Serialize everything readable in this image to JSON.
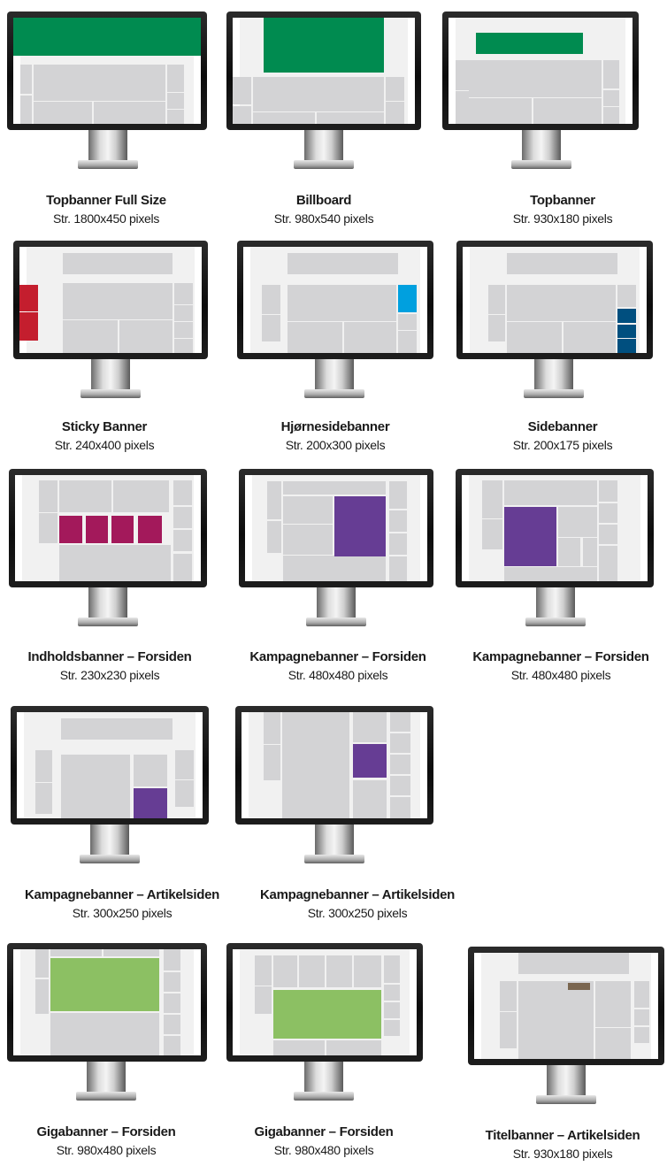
{
  "colors": {
    "bezel": "#111111",
    "screen_bg": "#f1f1f1",
    "block": "#d3d3d5",
    "green": "#008b50",
    "red": "#c41e2e",
    "blue": "#00a0df",
    "navy": "#004f7f",
    "magenta": "#a3195b",
    "purple": "#663d94",
    "light_green": "#8cc063",
    "brown": "#7a6650"
  },
  "banners": [
    {
      "title": "Topbanner Full Size",
      "size": "Str. 1800x450 pixels",
      "ad_color": "green"
    },
    {
      "title": "Billboard",
      "size": "Str. 980x540 pixels",
      "ad_color": "green"
    },
    {
      "title": "Topbanner",
      "size": "Str. 930x180 pixels",
      "ad_color": "green"
    },
    {
      "title": "Sticky Banner",
      "size": "Str. 240x400 pixels",
      "ad_color": "red"
    },
    {
      "title": "Hjørnesidebanner",
      "size": "Str. 200x300 pixels",
      "ad_color": "blue"
    },
    {
      "title": "Sidebanner",
      "size": "Str. 200x175 pixels",
      "ad_color": "navy"
    },
    {
      "title": "Indholdsbanner – Forsiden",
      "size": "Str. 230x230 pixels",
      "ad_color": "magenta"
    },
    {
      "title": "Kampagnebanner – Forsiden",
      "size": "Str. 480x480 pixels",
      "ad_color": "purple"
    },
    {
      "title": "Kampagnebanner – Forsiden",
      "size": "Str. 480x480 pixels",
      "ad_color": "purple"
    },
    {
      "title": "Kampagnebanner –  Artikelsiden",
      "size": "Str. 300x250 pixels",
      "ad_color": "purple"
    },
    {
      "title": "Kampagnebanner –  Artikelsiden",
      "size": "Str. 300x250 pixels",
      "ad_color": "purple"
    },
    {
      "title": "Gigabanner – Forsiden",
      "size": "Str. 980x480 pixels",
      "ad_color": "light_green"
    },
    {
      "title": "Gigabanner – Forsiden",
      "size": "Str. 980x480 pixels",
      "ad_color": "light_green"
    },
    {
      "title": "Titelbanner – Artikelsiden",
      "size": "Str. 930x180 pixels",
      "ad_color": "brown"
    }
  ]
}
